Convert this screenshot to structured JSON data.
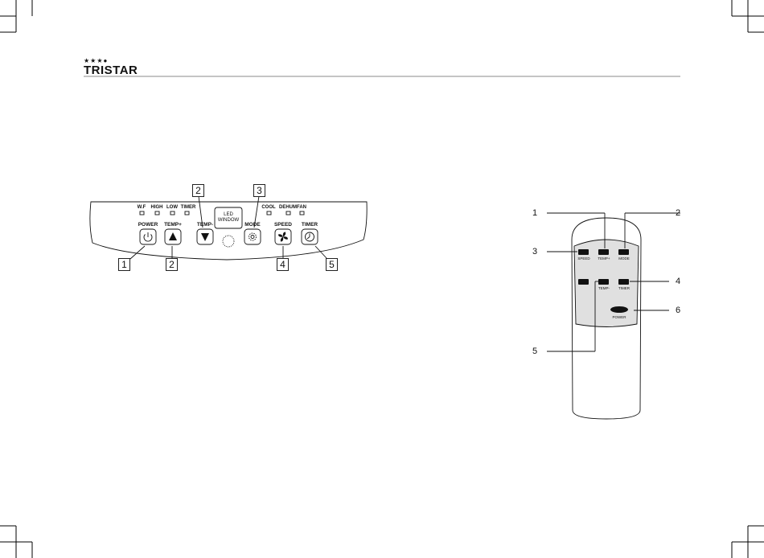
{
  "brand": {
    "stars": "★★★●",
    "name": "TRISTAR"
  },
  "panel": {
    "indicators_left": [
      "W.F",
      "HIGH",
      "LOW",
      "TIMER"
    ],
    "indicators_right": [
      "COOL",
      "DEHUM",
      "FAN"
    ],
    "led_window": [
      "LED",
      "WINDOW"
    ],
    "buttons": {
      "power": "POWER",
      "temp_up": "TEMP+",
      "temp_down": "TEMP-",
      "mode": "MODE",
      "speed": "SPEED",
      "timer": "TIMER"
    },
    "callouts_top": [
      "2",
      "3"
    ],
    "callouts_bottom": [
      "1",
      "2",
      "4",
      "5"
    ]
  },
  "remote": {
    "key_labels": {
      "speed": "SPEED",
      "temp_up": "TEMP+",
      "mode": "MODE",
      "temp_down": "TEMP-",
      "timer": "TIMER",
      "power": "POWER"
    },
    "callouts_left": [
      "1",
      "3",
      "5"
    ],
    "callouts_right": [
      "2",
      "4",
      "6"
    ]
  }
}
